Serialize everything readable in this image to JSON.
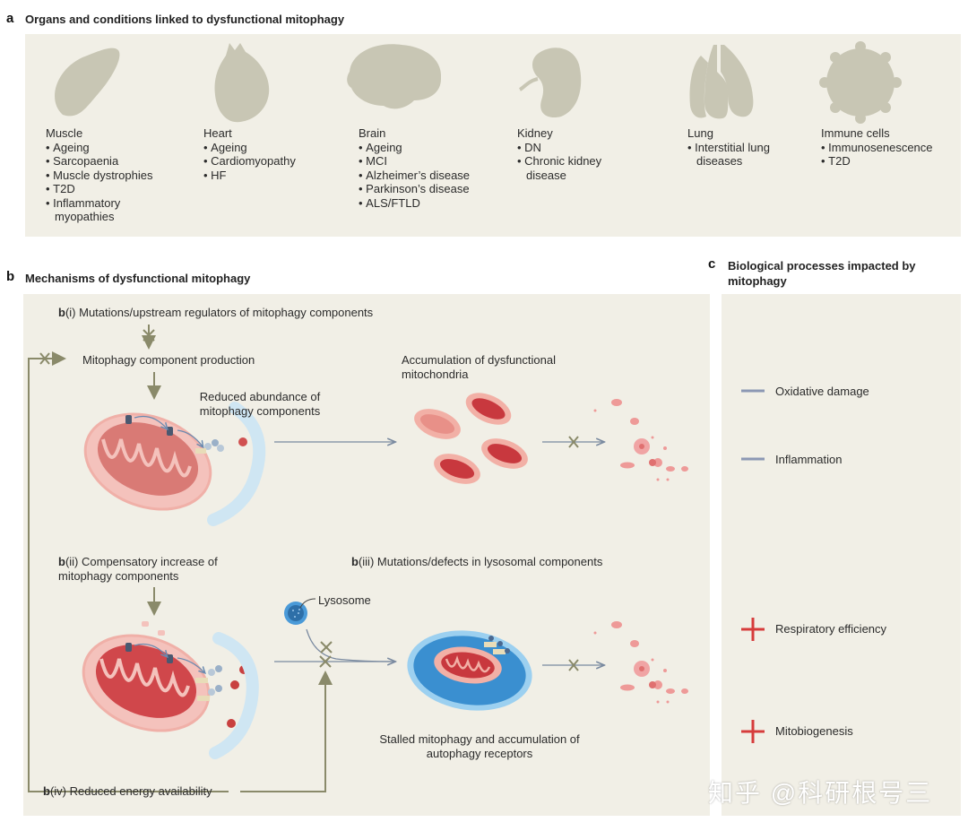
{
  "panel_a": {
    "letter": "a",
    "title": "Organs and conditions linked to dysfunctional mitophagy",
    "organs": [
      {
        "name": "Muscle",
        "conditions": [
          "Ageing",
          "Sarcopaenia",
          "Muscle dystrophies",
          "T2D",
          "Inflammatory myopathies"
        ]
      },
      {
        "name": "Heart",
        "conditions": [
          "Ageing",
          "Cardiomyopathy",
          "HF"
        ]
      },
      {
        "name": "Brain",
        "conditions": [
          "Ageing",
          "MCI",
          "Alzheimer’s disease",
          "Parkinson’s disease",
          "ALS/FTLD"
        ]
      },
      {
        "name": "Kidney",
        "conditions": [
          "DN",
          "Chronic kidney disease"
        ]
      },
      {
        "name": "Lung",
        "conditions": [
          "Interstitial lung diseases"
        ]
      },
      {
        "name": "Immune cells",
        "conditions": [
          "Immunosenescence",
          "T2D"
        ]
      }
    ]
  },
  "panel_b": {
    "letter": "b",
    "title": "Mechanisms of dysfunctional mitophagy",
    "bi_prefix": "b",
    "bi_text": "(i) Mutations/upstream regulators of mitophagy components",
    "production": "Mitophagy component production",
    "reduced_abundance": "Reduced abundance of mitophagy components",
    "accumulation": "Accumulation of dysfunctional mitochondria",
    "bii_prefix": "b",
    "bii_text": "(ii) Compensatory increase of mitophagy components",
    "biii_prefix": "b",
    "biii_text": "(iii) Mutations/defects in lysosomal components",
    "lysosome": "Lysosome",
    "stalled": "Stalled mitophagy and accumulation of autophagy receptors",
    "biv_prefix": "b",
    "biv_text": "(iv) Reduced energy availability"
  },
  "panel_c": {
    "letter": "c",
    "title": "Biological processes impacted by mitophagy",
    "items": [
      {
        "sign": "minus",
        "label": "Oxidative damage"
      },
      {
        "sign": "minus",
        "label": "Inflammation"
      },
      {
        "sign": "plus",
        "label": "Respiratory efficiency"
      },
      {
        "sign": "plus",
        "label": "Mitobiogenesis"
      }
    ]
  },
  "watermark": "知乎 @科研根号三",
  "colors": {
    "panel_bg": "#f1efe6",
    "organ_silhouette": "#c8c6b4",
    "arrow_olive": "#8a8a6a",
    "arrow_grey": "#7a8aa0",
    "mito_outer": "#f2b6b0",
    "mito_inner": "#d0474b",
    "minus_color": "#8c98b4",
    "plus_color": "#d63c3c",
    "lysosome_blue": "#3a8fd0"
  }
}
